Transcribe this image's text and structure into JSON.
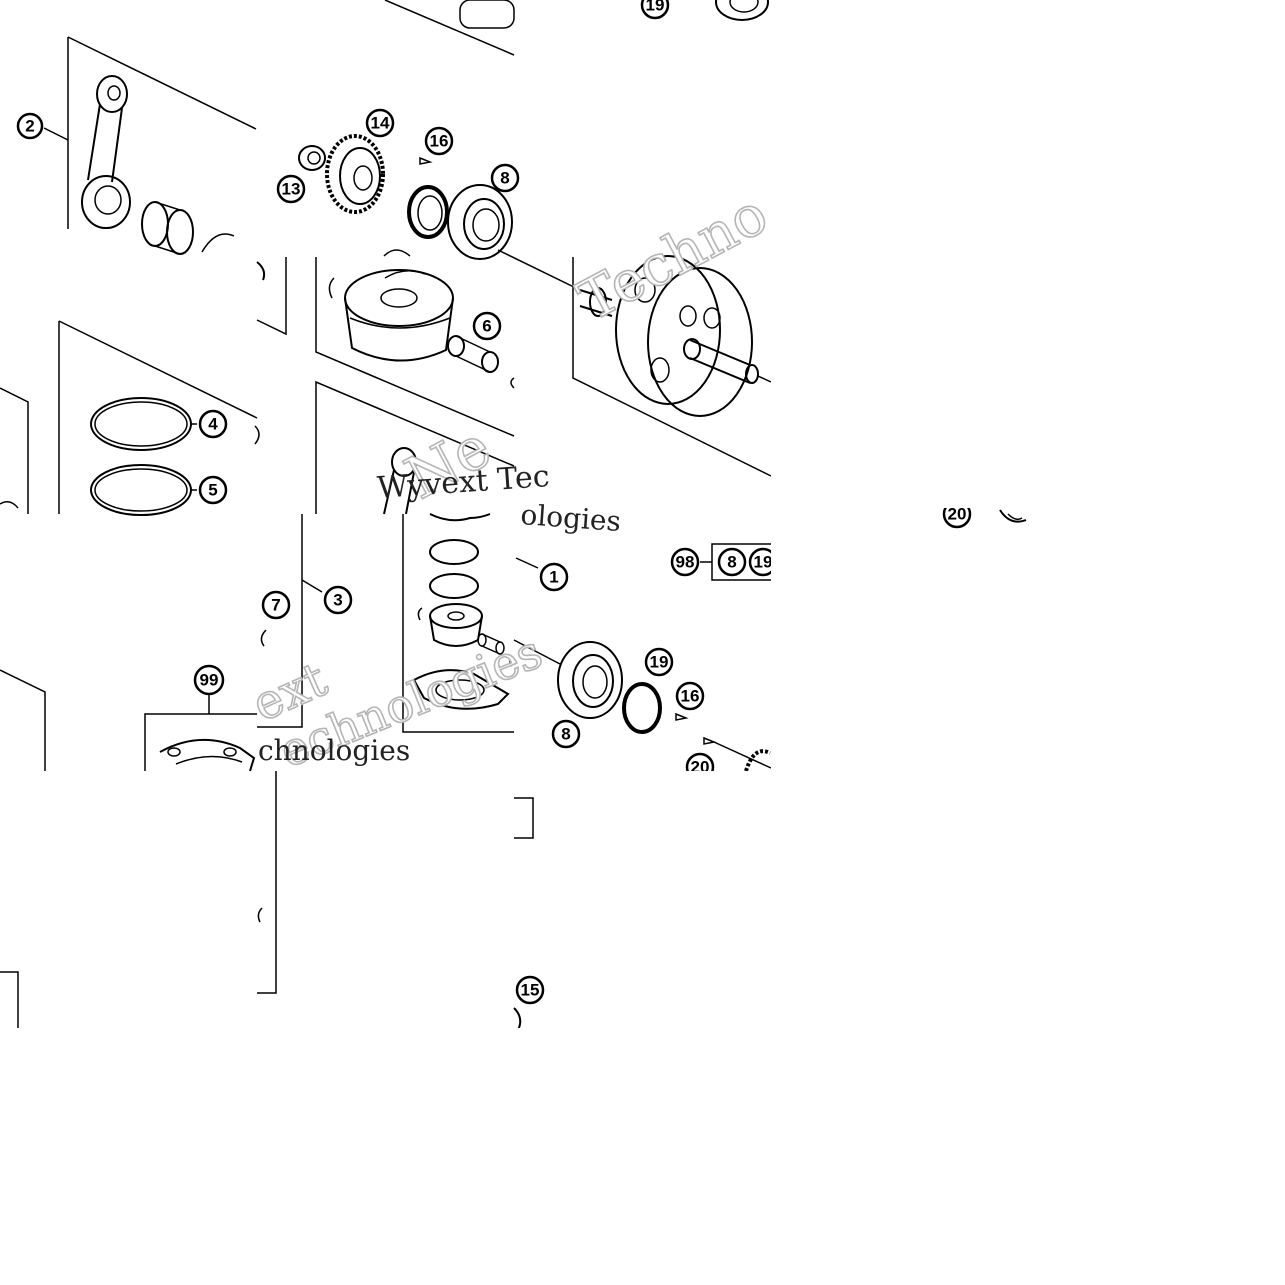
{
  "callouts": {
    "c1": "1",
    "c2": "2",
    "c3": "3",
    "c4": "4",
    "c5": "5",
    "c6": "6",
    "c7": "7",
    "c8a": "8",
    "c8b": "8",
    "c8c": "8",
    "c13": "13",
    "c14": "14",
    "c15": "15",
    "c16a": "16",
    "c16b": "16",
    "c19a": "19",
    "c19b": "19",
    "c19c": "19",
    "c20a": "20",
    "c20b": "20",
    "c98": "98",
    "c99": "99"
  },
  "watermark": {
    "brand_part1": "WyvNext",
    "brand_part2": "Technologies",
    "text_a": "Wyvext Tec",
    "text_b": "ologies",
    "text_c": "ext",
    "text_d": "chnologies",
    "text_e": "echnologies",
    "text_f": "Techno",
    "text_g": "Ne"
  }
}
